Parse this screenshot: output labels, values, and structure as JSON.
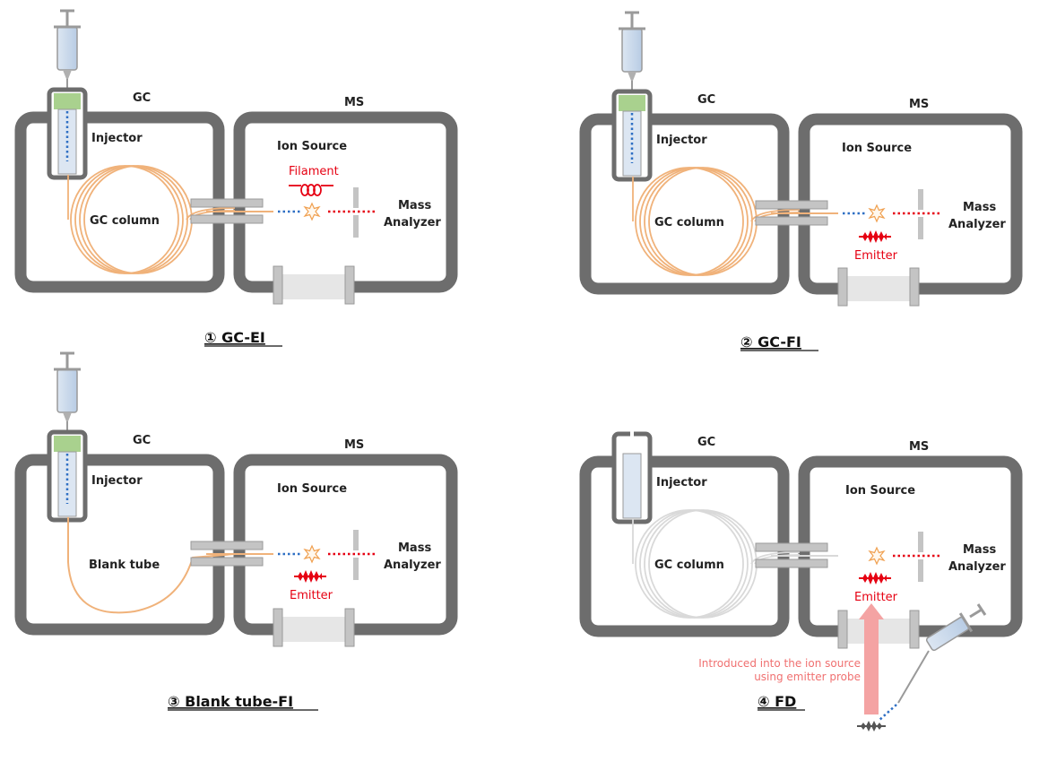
{
  "colors": {
    "frame": "#6d6d6d",
    "column": "#f0b27a",
    "column_inactive": "#d9d9d9",
    "transfer_line": "#c4c4c4",
    "septum": "#a9d18e",
    "sample_dots_blue": "#2e6fc4",
    "ion_dots_red": "#e60012",
    "ionization_burst": "#f0a050",
    "emitter": "#e60012",
    "probe_arrow": "#f4a3a3",
    "annotation_text": "#e60012"
  },
  "panels": [
    {
      "caption": "① GC-EI",
      "gc_label": "GC",
      "ms_label": "MS",
      "injector_label": "Injector",
      "column_label": "GC column",
      "ion_source_label": "Ion Source",
      "analyzer_label_line1": "Mass",
      "analyzer_label_line2": "Analyzer",
      "ionizer_label": "Filament",
      "ionizer": "filament-icon",
      "column_style": "coiled-column"
    },
    {
      "caption": "② GC-FI",
      "gc_label": "GC",
      "ms_label": "MS",
      "injector_label": "Injector",
      "column_label": "GC column",
      "ion_source_label": "Ion Source",
      "analyzer_label_line1": "Mass",
      "analyzer_label_line2": "Analyzer",
      "ionizer_label": "Emitter",
      "ionizer": "emitter-icon",
      "column_style": "coiled-column"
    },
    {
      "caption": "③ Blank tube-FI",
      "gc_label": "GC",
      "ms_label": "MS",
      "injector_label": "Injector",
      "column_label": "Blank tube",
      "ion_source_label": "Ion Source",
      "analyzer_label_line1": "Mass",
      "analyzer_label_line2": "Analyzer",
      "ionizer_label": "Emitter",
      "ionizer": "emitter-icon",
      "column_style": "blank-tube"
    },
    {
      "caption": "④ FD",
      "gc_label": "GC",
      "ms_label": "MS",
      "injector_label": "Injector",
      "column_label": "GC column",
      "ion_source_label": "Ion Source",
      "analyzer_label_line1": "Mass",
      "analyzer_label_line2": "Analyzer",
      "ionizer_label": "Emitter",
      "ionizer": "emitter-icon",
      "column_style": "inactive-column",
      "probe_note_line1": "Introduced into the ion source",
      "probe_note_line2": "using emitter probe"
    }
  ]
}
